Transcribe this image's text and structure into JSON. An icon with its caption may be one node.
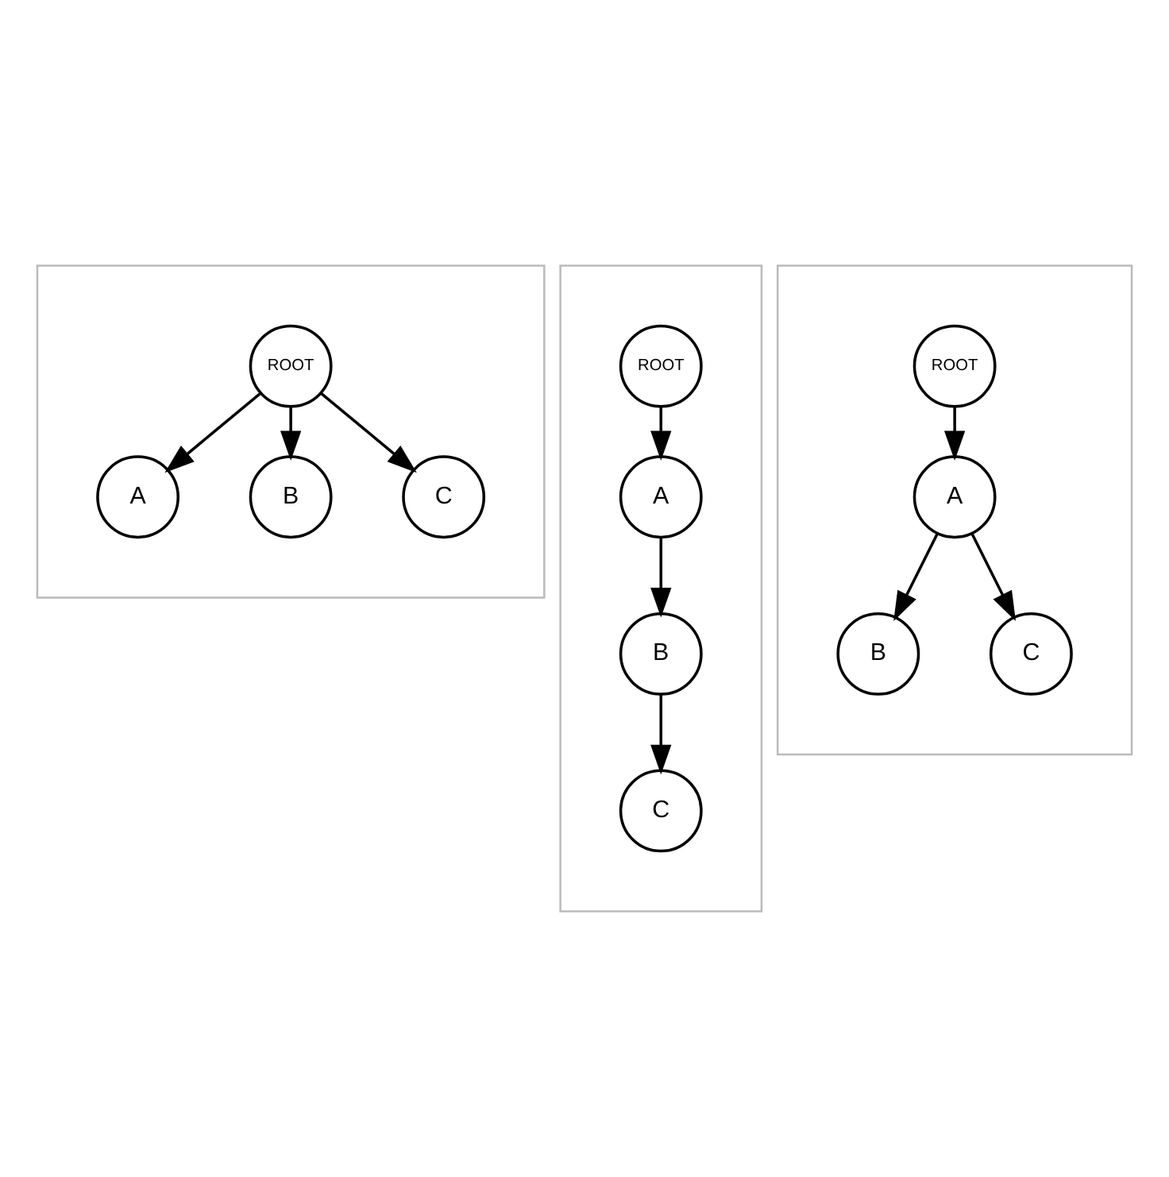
{
  "diagram": {
    "nodes": [
      {
        "text": [],
        "shape": "box"
      },
      {
        "text": [
          "ROOT"
        ],
        "in": 0
      },
      {
        "text": [
          "A"
        ],
        "in": 0
      },
      {
        "text": [
          "B"
        ],
        "in": 0
      },
      {
        "text": [
          "C"
        ],
        "in": 0
      },
      {
        "text": [],
        "shape": "box"
      },
      {
        "text": [
          "ROOT"
        ],
        "in": 5
      },
      {
        "text": [
          "A"
        ],
        "in": 5
      },
      {
        "text": [
          "B"
        ],
        "in": 5
      },
      {
        "text": [
          "C"
        ],
        "in": 5
      },
      {
        "text": [],
        "shape": "box"
      },
      {
        "text": [
          "ROOT"
        ],
        "in": 10
      },
      {
        "text": [
          "A"
        ],
        "in": 10
      },
      {
        "text": [
          "B"
        ],
        "in": 10
      },
      {
        "text": [
          "C"
        ],
        "in": 10
      }
    ],
    "edges": [
      {
        "from": 1,
        "to": 2,
        "arrow": "to"
      },
      {
        "from": 1,
        "to": 3,
        "arrow": "to"
      },
      {
        "from": 1,
        "to": 4,
        "arrow": "to"
      },
      {
        "from": 6,
        "to": 7,
        "arrow": "to"
      },
      {
        "from": 7,
        "to": 8,
        "arrow": "to"
      },
      {
        "from": 8,
        "to": 9,
        "arrow": "to"
      },
      {
        "from": 11,
        "to": 12,
        "arrow": "to"
      },
      {
        "from": 12,
        "to": 13,
        "arrow": "to"
      },
      {
        "from": 12,
        "to": 14,
        "arrow": "to"
      }
    ]
  }
}
